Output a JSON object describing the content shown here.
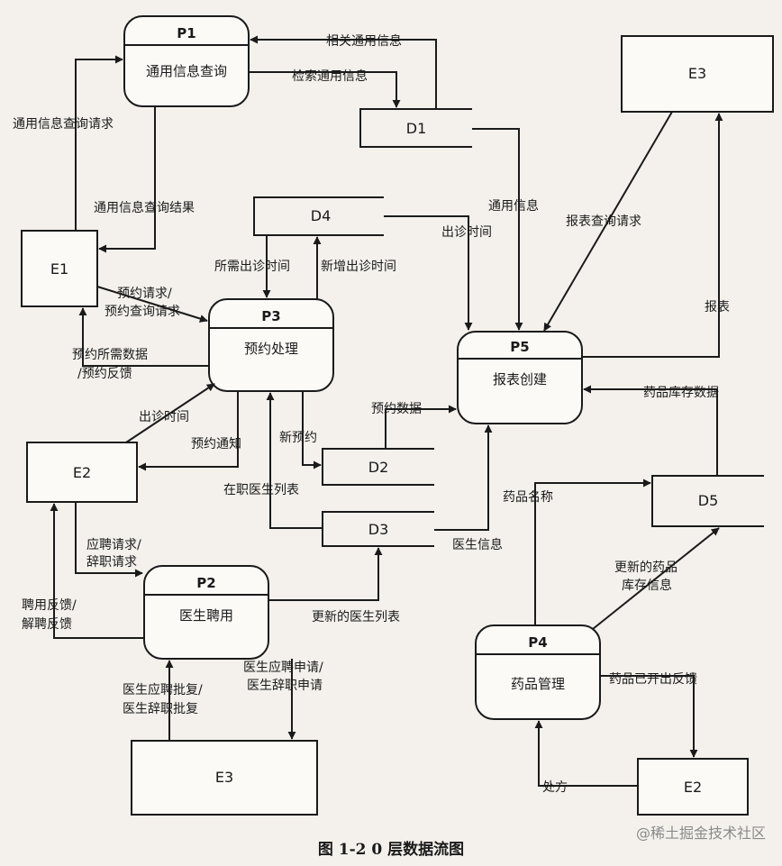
{
  "processes": {
    "p1": {
      "id": "P1",
      "name": "通用信息查询"
    },
    "p2": {
      "id": "P2",
      "name": "医生聘用"
    },
    "p3": {
      "id": "P3",
      "name": "预约处理"
    },
    "p4": {
      "id": "P4",
      "name": "药品管理"
    },
    "p5": {
      "id": "P5",
      "name": "报表创建"
    }
  },
  "entities": {
    "e1": "E1",
    "e2_left": "E2",
    "e2_right": "E2",
    "e3_top": "E3",
    "e3_bottom": "E3"
  },
  "stores": {
    "d1": "D1",
    "d2": "D2",
    "d3": "D3",
    "d4": "D4",
    "d5": "D5"
  },
  "flows": {
    "related_info": "相关通用信息",
    "search_info": "检索通用信息",
    "query_request": "通用信息查询请求",
    "query_result": "通用信息查询结果",
    "general_info": "通用信息",
    "visit_time_d4": "出诊时间",
    "report_query": "报表查询请求",
    "required_time": "所需出诊时间",
    "new_time": "新增出诊时间",
    "booking_req_1": "预约请求/",
    "booking_req_2": "预约查询请求",
    "booking_data_1": "预约所需数据",
    "booking_data_2": "/预约反馈",
    "report": "报表",
    "booking_data": "预约数据",
    "drug_stock": "药品库存数据",
    "visit_time_e2": "出诊时间",
    "booking_notice": "预约通知",
    "new_booking": "新预约",
    "staff_list": "在职医生列表",
    "drug_name": "药品名称",
    "doctor_info": "医生信息",
    "apply_1": "应聘请求/",
    "apply_2": "辞职请求",
    "hire_fb_1": "聘用反馈/",
    "hire_fb_2": "解聘反馈",
    "updated_list": "更新的医生列表",
    "updated_stock_1": "更新的药品",
    "updated_stock_2": "库存信息",
    "doc_apply_1": "医生应聘申请/",
    "doc_apply_2": "医生辞职申请",
    "doc_approve_1": "医生应聘批复/",
    "doc_approve_2": "医生辞职批复",
    "drug_feedback": "药品已开出反馈",
    "prescription": "处方"
  },
  "caption": "图 1-2 0 层数据流图",
  "watermark": "@稀土掘金技术社区"
}
